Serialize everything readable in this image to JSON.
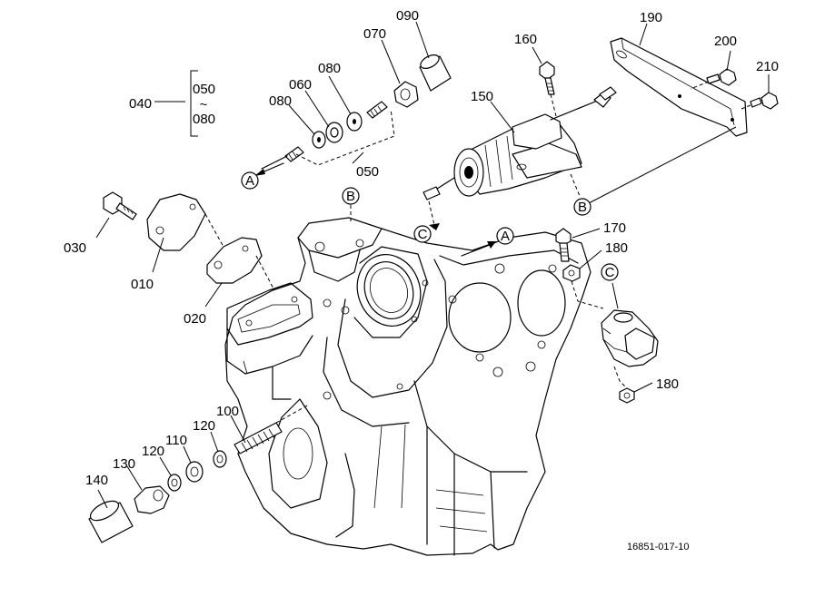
{
  "labels": {
    "p010": "010",
    "p020": "020",
    "p030": "030",
    "p040": "040",
    "p050a": "050",
    "p050b": "050",
    "p060": "060",
    "p070": "070",
    "p080a": "080",
    "p080b": "080",
    "p080c": "080",
    "p090": "090",
    "p100": "100",
    "p110": "110",
    "p120a": "120",
    "p120b": "120",
    "p130": "130",
    "p140": "140",
    "p150": "150",
    "p160": "160",
    "p170": "170",
    "p180a": "180",
    "p180b": "180",
    "p190": "190",
    "p200": "200",
    "p210": "210",
    "range_sep": "~"
  },
  "callouts": {
    "a": "A",
    "b": "B",
    "c": "C"
  },
  "figure_ref": "16851-017-10"
}
